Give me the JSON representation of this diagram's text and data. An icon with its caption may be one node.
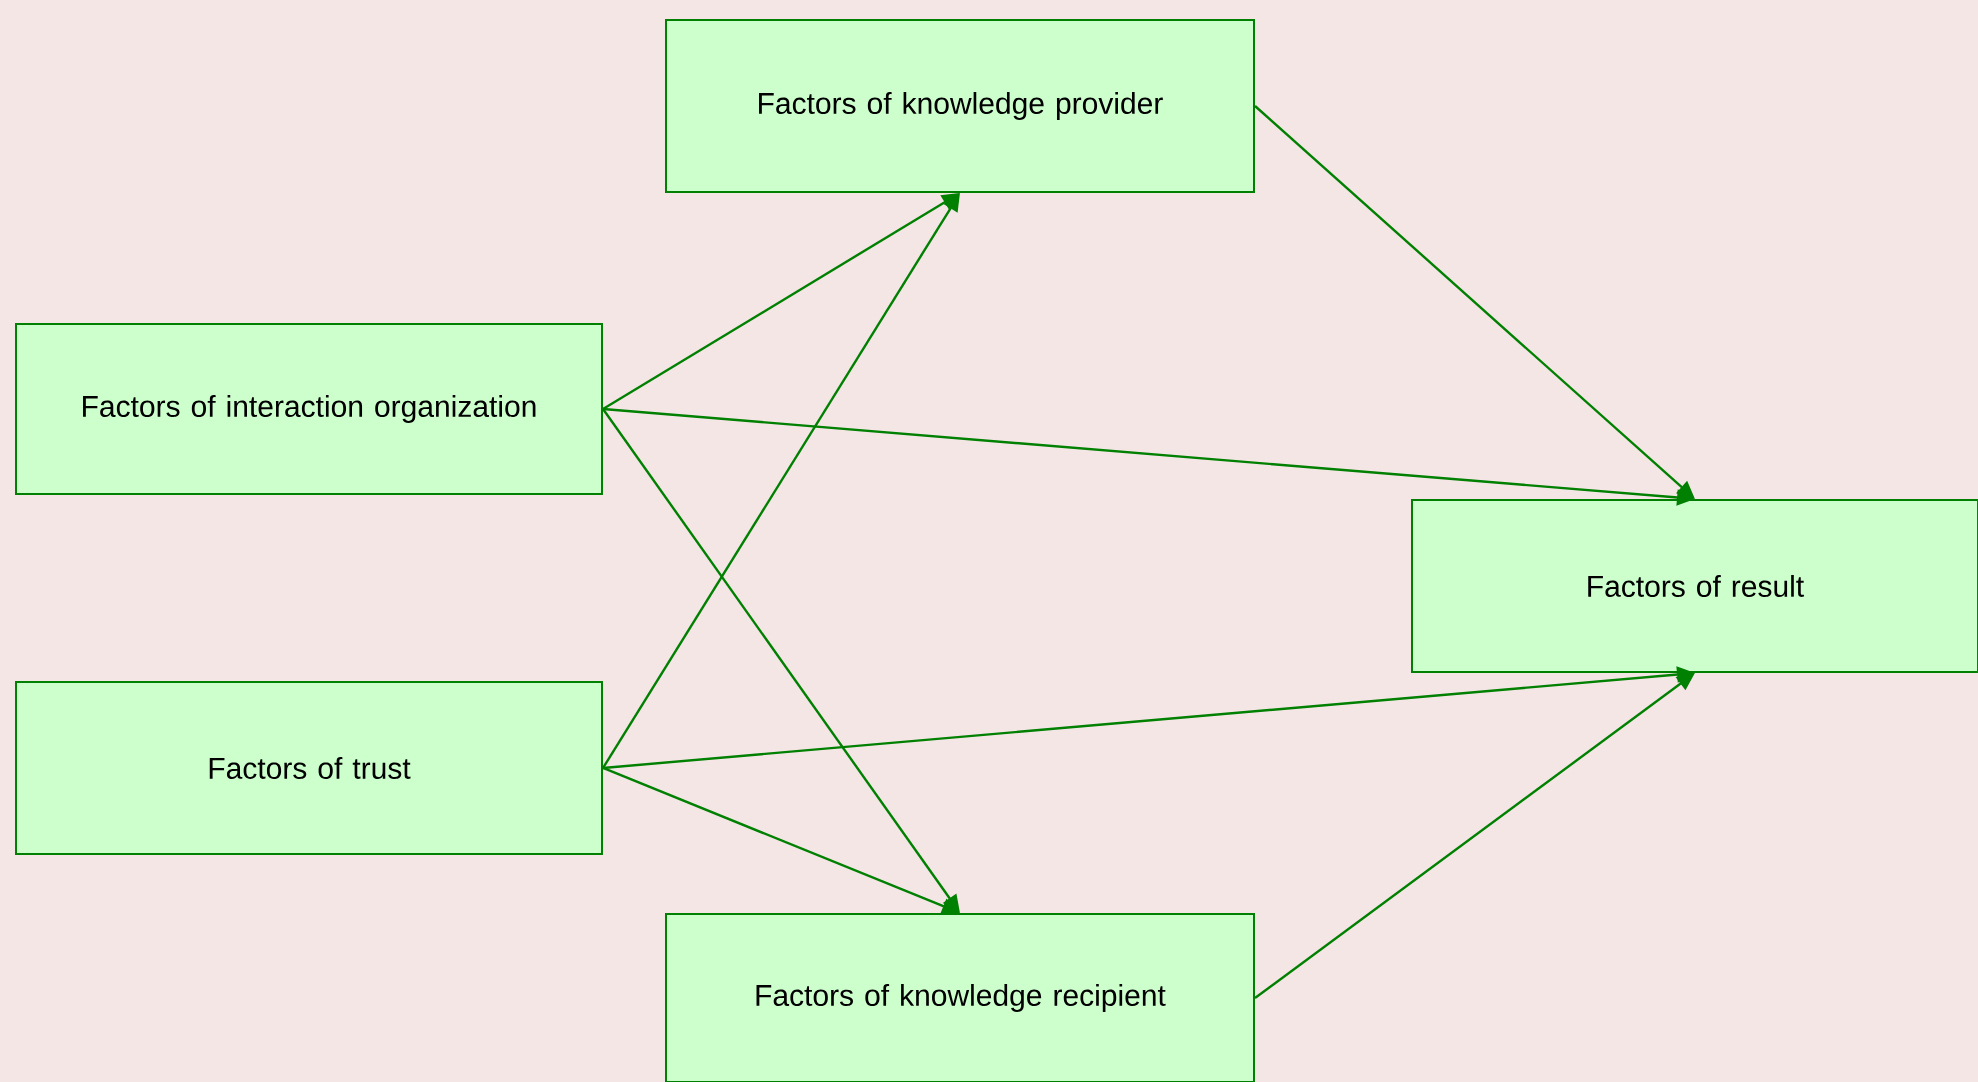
{
  "diagram": {
    "nodes": [
      {
        "text": [
          "Factors of knowledge provider"
        ]
      },
      {
        "text": [
          "Factors of interaction organization"
        ]
      },
      {
        "text": [
          "Factors of trust"
        ]
      },
      {
        "text": [
          "Factors of knowledge recipient"
        ]
      },
      {
        "text": [
          "Factors of result"
        ]
      }
    ],
    "edges": [
      {
        "from": 1,
        "to": 0,
        "arrow": "to"
      },
      {
        "from": 1,
        "to": 4,
        "arrow": "to"
      },
      {
        "from": 1,
        "to": 3,
        "arrow": "to"
      },
      {
        "from": 2,
        "to": 0,
        "arrow": "to"
      },
      {
        "from": 2,
        "to": 4,
        "arrow": "to"
      },
      {
        "from": 2,
        "to": 3,
        "arrow": "to"
      },
      {
        "from": 0,
        "to": 4,
        "arrow": "to"
      },
      {
        "from": 3,
        "to": 4,
        "arrow": "to"
      }
    ]
  }
}
